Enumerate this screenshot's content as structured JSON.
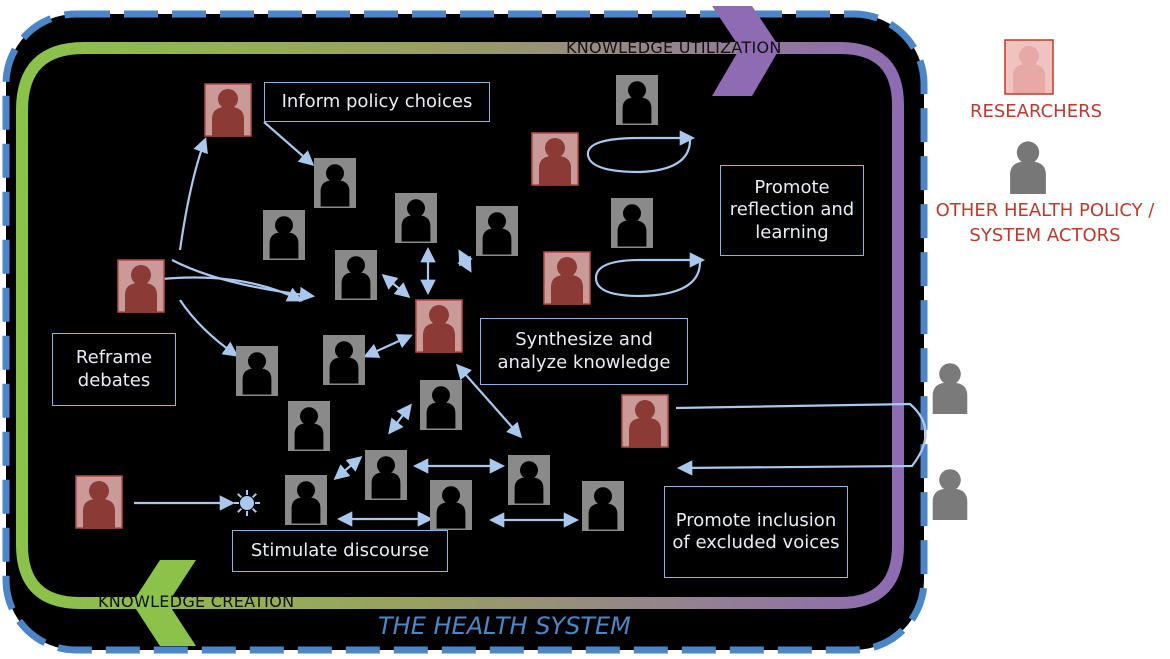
{
  "diagram": {
    "flow_top_label": "KNOWLEDGE UTILIZATION",
    "flow_bottom_label": "KNOWLEDGE CREATION",
    "system_label": "THE HEALTH SYSTEM",
    "functions": {
      "inform": "Inform policy choices",
      "reflect": "Promote reflection and learning",
      "reframe": "Reframe debates",
      "synthesize": "Synthesize and analyze knowledge",
      "discourse": "Stimulate discourse",
      "inclusion": "Promote inclusion of excluded voices"
    }
  },
  "legend": {
    "researchers": "RESEARCHERS",
    "other_actors": "OTHER HEALTH POLICY / SYSTEM ACTORS"
  },
  "colors": {
    "background": "#000000",
    "dashed_border": "#4a86c8",
    "green_arrow": "#8bc34a",
    "purple_arrow": "#8e6bb3",
    "researcher_fill": "#8b3a36",
    "researcher_tile": "#c99a98",
    "actor_fill": "#000000",
    "actor_tile": "#8a8a8a",
    "legend_text": "#c0392b",
    "connector": "#a9c8ee",
    "box_border": "#8fb3e0"
  }
}
